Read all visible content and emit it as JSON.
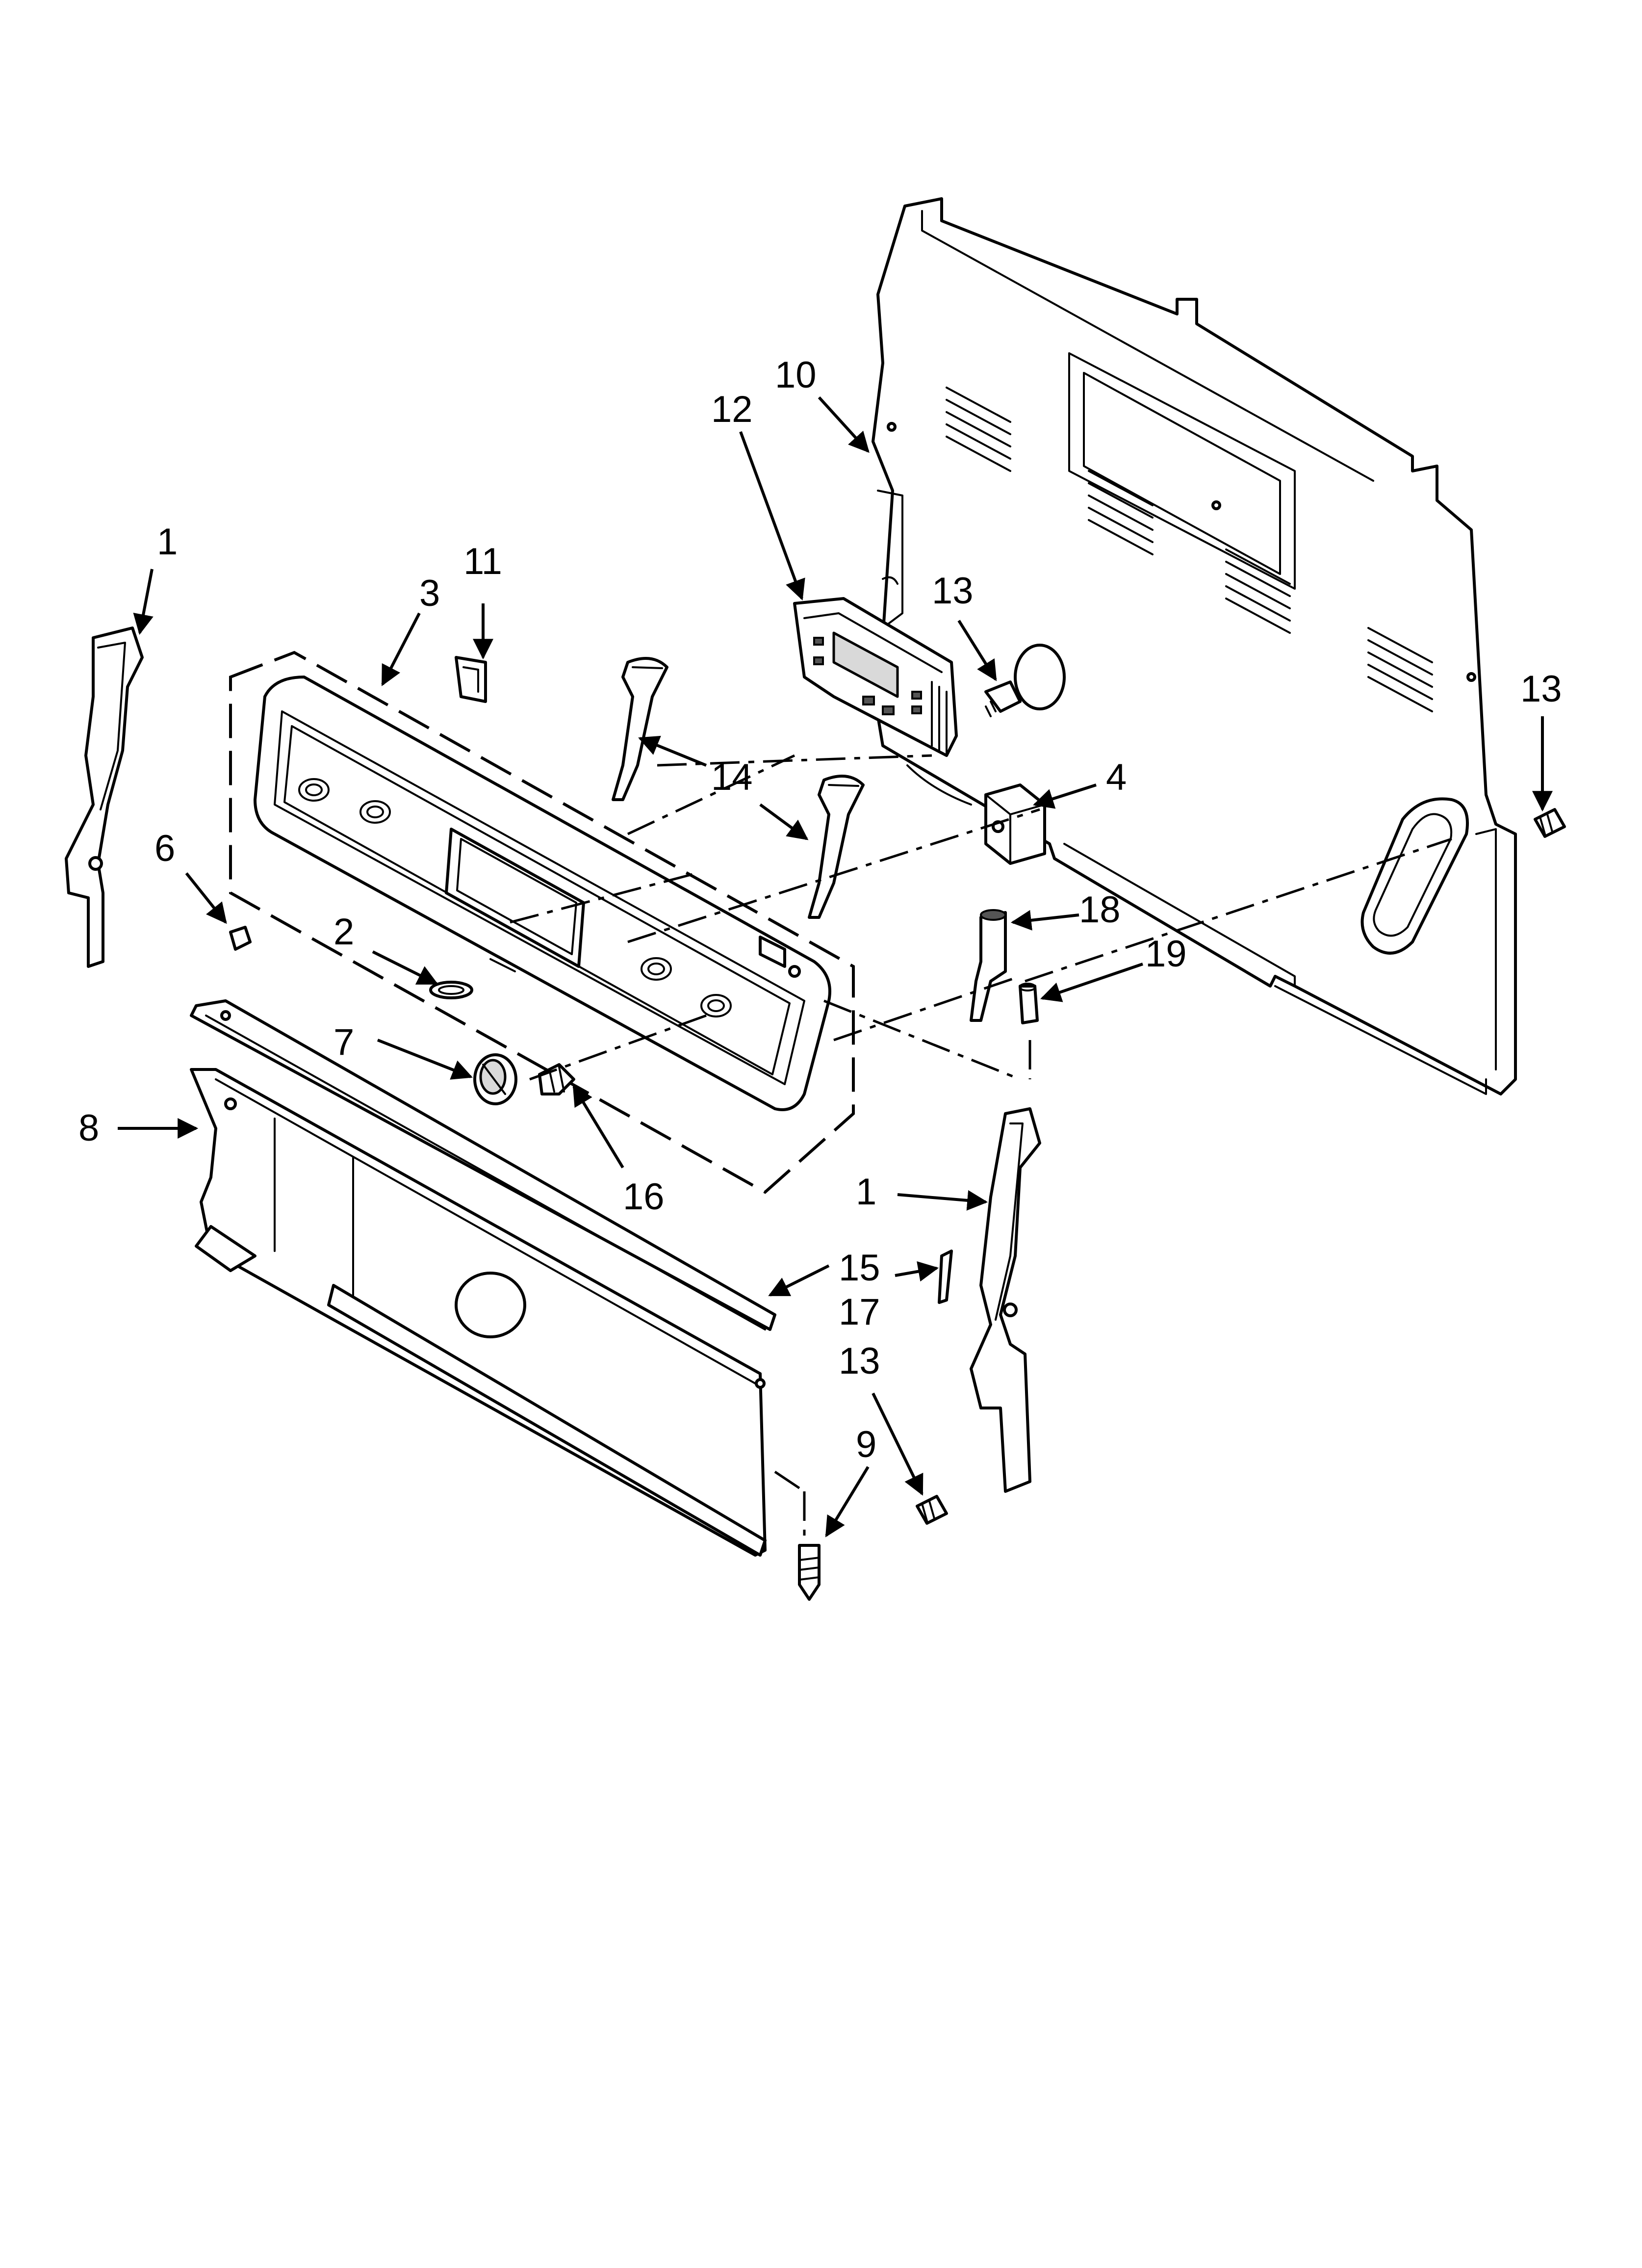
{
  "diagram": {
    "callouts": [
      {
        "id": "c1a",
        "label": "1"
      },
      {
        "id": "c1b",
        "label": "1"
      },
      {
        "id": "c2",
        "label": "2"
      },
      {
        "id": "c3",
        "label": "3"
      },
      {
        "id": "c4",
        "label": "4"
      },
      {
        "id": "c6",
        "label": "6"
      },
      {
        "id": "c7",
        "label": "7"
      },
      {
        "id": "c8",
        "label": "8"
      },
      {
        "id": "c9",
        "label": "9"
      },
      {
        "id": "c10",
        "label": "10"
      },
      {
        "id": "c11",
        "label": "11"
      },
      {
        "id": "c12",
        "label": "12"
      },
      {
        "id": "c13a",
        "label": "13"
      },
      {
        "id": "c13b",
        "label": "13"
      },
      {
        "id": "c13c",
        "label": "13"
      },
      {
        "id": "c14",
        "label": "14"
      },
      {
        "id": "c15",
        "label": "15"
      },
      {
        "id": "c16",
        "label": "16"
      },
      {
        "id": "c17",
        "label": "17"
      },
      {
        "id": "c18",
        "label": "18"
      },
      {
        "id": "c19",
        "label": "19"
      }
    ]
  }
}
